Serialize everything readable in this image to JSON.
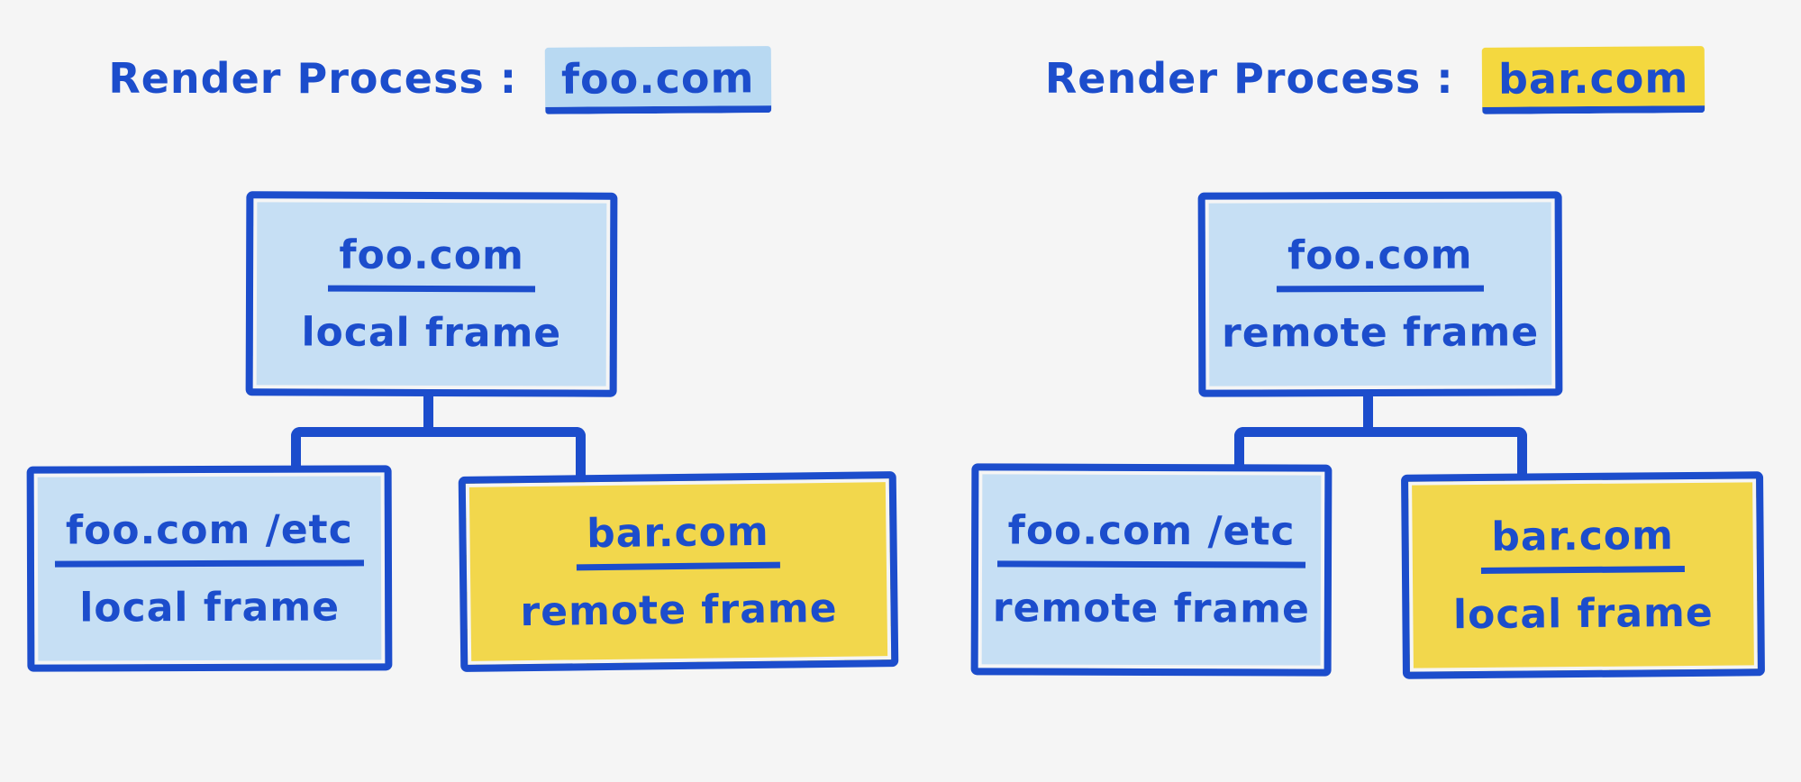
{
  "colors": {
    "background": "#f5f5f5",
    "ink": "#1c4dcc",
    "blue_fill": "#c6dff4",
    "yellow_fill": "#f2d74c",
    "blue_highlight": "#b8d9f2",
    "yellow_highlight": "#f4d83f"
  },
  "trees": [
    {
      "title_prefix": "Render Process :",
      "title_domain": "foo.com",
      "root": {
        "domain": "foo.com",
        "frame_type": "local frame"
      },
      "left_child": {
        "domain": "foo.com /etc",
        "frame_type": "local frame"
      },
      "right_child": {
        "domain": "bar.com",
        "frame_type": "remote frame"
      }
    },
    {
      "title_prefix": "Render Process :",
      "title_domain": "bar.com",
      "root": {
        "domain": "foo.com",
        "frame_type": "remote frame"
      },
      "left_child": {
        "domain": "foo.com /etc",
        "frame_type": "remote frame"
      },
      "right_child": {
        "domain": "bar.com",
        "frame_type": "local frame"
      }
    }
  ]
}
